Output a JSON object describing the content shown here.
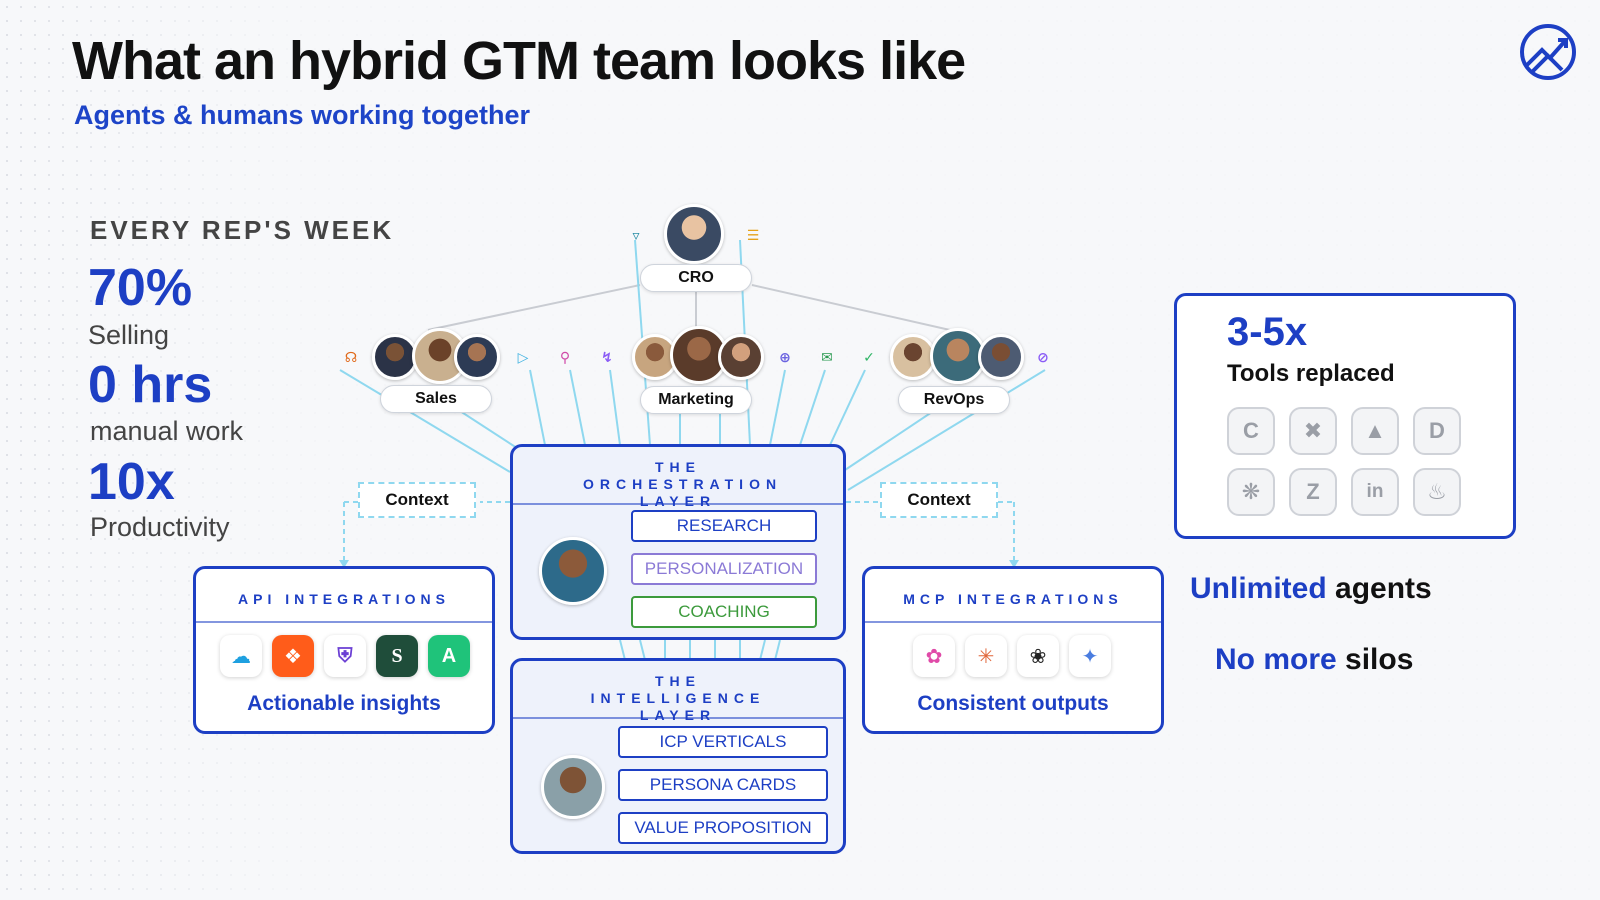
{
  "header": {
    "title": "What an hybrid GTM team looks like",
    "subtitle": "Agents & humans working together"
  },
  "week": {
    "title": "EVERY REP'S WEEK",
    "stats": [
      {
        "value": "70%",
        "label": "Selling"
      },
      {
        "value": "0 hrs",
        "label": "manual work"
      },
      {
        "value": "10x",
        "label": "Productivity"
      }
    ]
  },
  "org": {
    "cro": "CRO",
    "teams": [
      "Sales",
      "Marketing",
      "RevOps"
    ],
    "context_left": "Context",
    "context_right": "Context"
  },
  "orchestration": {
    "title": "THE ORCHESTRATION LAYER",
    "items": [
      "RESEARCH",
      "PERSONALIZATION",
      "COACHING"
    ]
  },
  "intelligence": {
    "title": "THE INTELLIGENCE LAYER",
    "items": [
      "ICP VERTICALS",
      "PERSONA CARDS",
      "VALUE PROPOSITION"
    ]
  },
  "api": {
    "title": "API INTEGRATIONS",
    "footer": "Actionable insights",
    "icons": [
      "salesforce-icon",
      "hubspot-icon",
      "shield-app-icon",
      "s-app-icon",
      "a-app-icon"
    ]
  },
  "mcp": {
    "title": "MCP INTEGRATIONS",
    "footer": "Consistent outputs",
    "icons": [
      "copilot-icon",
      "claude-icon",
      "openai-icon",
      "gemini-icon"
    ]
  },
  "tools": {
    "value": "3-5x",
    "label": "Tools replaced",
    "icons": [
      "c-tool-icon",
      "x-tool-icon",
      "a-tool-icon",
      "d-tool-icon",
      "asterisk-tool-icon",
      "z-tool-icon",
      "linkedin-icon",
      "flame-tool-icon"
    ]
  },
  "claims": {
    "unlimited_highlight": "Unlimited",
    "unlimited_rest": " agents",
    "silos_highlight": "No more",
    "silos_rest": " silos"
  },
  "colors": {
    "brand_blue": "#1d3fc4",
    "connector": "#8fd8ef",
    "purple": "#8b7ad6",
    "green": "#3c9a3c"
  }
}
